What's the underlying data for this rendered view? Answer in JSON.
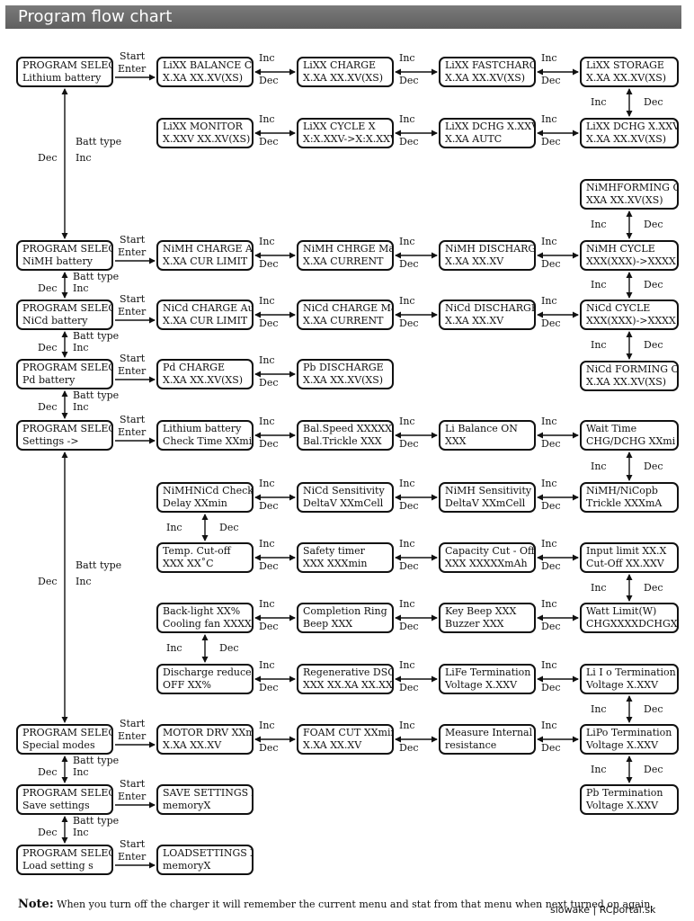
{
  "header": {
    "title": "Program flow chart"
  },
  "labels": {
    "start": "Start",
    "enter": "Enter",
    "inc": "Inc",
    "dec": "Dec",
    "batt_type": "Batt type"
  },
  "rows": {
    "lithium": {
      "select": [
        "PROGRAM SELECT",
        "Lithium battery"
      ],
      "items": [
        [
          "LiXX BALANCE CG",
          "X.XA  XX.XV(XS)"
        ],
        [
          "LiXX CHARGE",
          "X.XA  XX.XV(XS)"
        ],
        [
          "LiXX FASTCHARG",
          "X.XA  XX.XV(XS)"
        ],
        [
          "LiXX STORAGE",
          "X.XA  XX.XV(XS)"
        ]
      ],
      "items2": [
        [
          "LiXX MONITOR",
          "X.XXV XX.XV(XS)"
        ],
        [
          "LiXX CYCLE      X",
          "X:X.XXV->X:X.XXV"
        ],
        [
          "LiXX DCHG X.XXV",
          "X.XA        AUTC"
        ],
        [
          "LiXX DCHG X.XXV",
          "X.XA  XX.XV(XS)"
        ]
      ]
    },
    "nimh": {
      "select": [
        "PROGRAM SELECT",
        "NiMH battery"
      ],
      "forming": [
        "NiMHFORMING CH",
        "XXA XX.XV(XS)"
      ],
      "items": [
        [
          "NiMH CHARGE Aut",
          "X.XA      CUR LIMIT"
        ],
        [
          "NiMH CHRGE Ma",
          "X.XA   CURRENT"
        ],
        [
          "NiMH DISCHARGE",
          "X.XA     XX.XV"
        ],
        [
          "NiMH CYCLE",
          "XXX(XXX)->XXXX"
        ]
      ]
    },
    "nicd": {
      "select": [
        "PROGRAM SELECT",
        "NiCd battery"
      ],
      "forming": [
        "NiCd FORMING CH",
        "X.XA  XX.XV(XS)"
      ],
      "items": [
        [
          "NiCd CHARGE Aut",
          "X.XA    CUR LIMIT"
        ],
        [
          "NiCd CHARGE Mar",
          "X.XA    CURRENT"
        ],
        [
          "NiCd DISCHARGE",
          "X.XA       XX.XV"
        ],
        [
          "NiCd CYCLE",
          "XXX(XXX)->XXXX"
        ]
      ]
    },
    "pb": {
      "select": [
        "PROGRAM SELECT",
        "Pd battery"
      ],
      "items": [
        [
          "Pd  CHARGE",
          "X.XA  XX.XV(XS)"
        ],
        [
          "Pb  DISCHARGE",
          "X.XA  XX.XV(XS)"
        ]
      ]
    },
    "settings": {
      "select": [
        "PROGRAM SELECT",
        "Settings      ->"
      ],
      "r1": [
        [
          "Lithium battery",
          "Check Time XXmin"
        ],
        [
          "Bal.Speed XXXXXX",
          "Bal.Trickle       XXX"
        ],
        [
          "Li  Balance  ON",
          "                     XXX"
        ],
        [
          "Wait  Time",
          "CHG/DCHG XXmi"
        ]
      ],
      "r2": [
        [
          "NiMHNiCd Check",
          "Delay    XXmin"
        ],
        [
          "NiCd Sensitivity",
          "DeltaV  XXmCell"
        ],
        [
          "NiMH Sensitivity",
          "DeltaV  XXmCell"
        ],
        [
          "NiMH/NiCopb",
          "Trickle  XXXmA"
        ]
      ],
      "r3": [
        [
          "Temp. Cut-off",
          "XXX              XX˚C"
        ],
        [
          "Safety  timer",
          "XXX     XXXmin"
        ],
        [
          "Capacity Cut - Off",
          "XXX  XXXXXmAh"
        ],
        [
          "Input limit XX.X",
          "Cut-Off  XX.XXV"
        ]
      ],
      "r4": [
        [
          "Back-light   XX%",
          "Cooling fan XXXX"
        ],
        [
          "Completion Ring",
          "Beep  XXX"
        ],
        [
          "Key Beep  XXX",
          "Buzzer    XXX"
        ],
        [
          "Watt Limit(W)",
          "CHGXXXXDCHGXX"
        ]
      ],
      "r5": [
        [
          "Discharge reduce",
          "OFF              XX%"
        ],
        [
          "Regenerative  DSC",
          "XXX XX.XA XX.XXV"
        ],
        [
          "LiFe Termination",
          "Voltage  X.XXV"
        ],
        [
          "Li I o Termination",
          "Voltage  X.XXV"
        ]
      ]
    },
    "special": {
      "select": [
        "PROGRAM SELECT",
        "Special  modes"
      ],
      "items": [
        [
          "MOTOR DRV XXm",
          "X.XA     XX.XV"
        ],
        [
          "FOAM CUT XXmin",
          "X.XA    XX.XV"
        ],
        [
          "Measure  Internal",
          "resistance"
        ],
        [
          "LiPo Termination",
          "Voltage  X.XXV"
        ]
      ],
      "pb_term": [
        "Pb  Termination",
        "Voltage  X.XXV"
      ]
    },
    "save": {
      "select": [
        "PROGRAM SELECT",
        "Save settings"
      ],
      "items": [
        [
          "SAVE SETTINGS XX",
          "memoryX"
        ]
      ]
    },
    "load": {
      "select": [
        "PROGRAM SELECT",
        "Load setting  s"
      ],
      "items": [
        [
          "LOADSETTINGS XX",
          "memoryX"
        ]
      ]
    }
  },
  "footer": {
    "note_label": "Note:",
    "note_text": " When you turn off the charger it will remember the current menu and stat from that menu when next turned on again.",
    "credit": "slowake | RCportal.sk"
  }
}
